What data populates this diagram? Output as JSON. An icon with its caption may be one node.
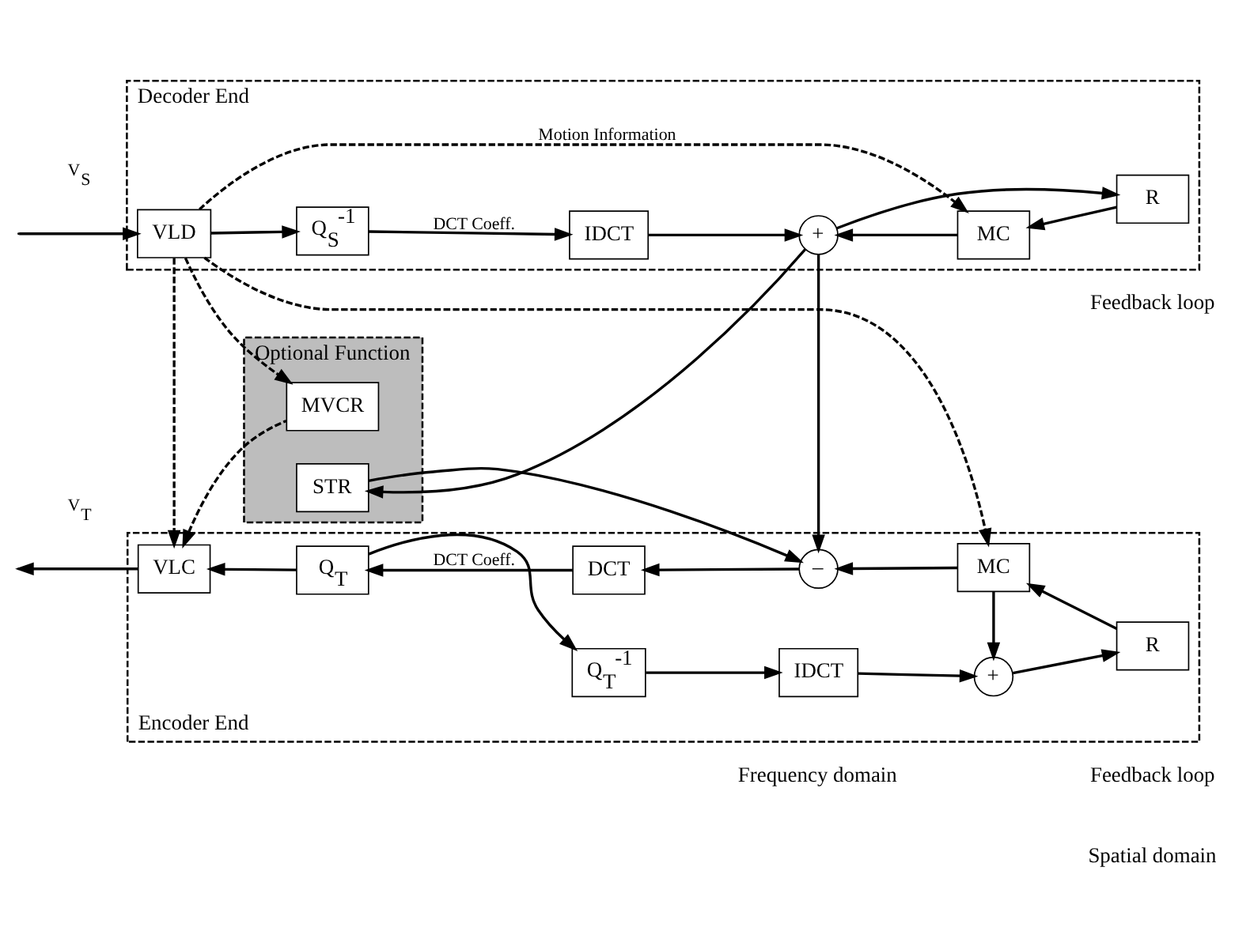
{
  "diagram": {
    "nodes": [
      {
        "text": [
          "Decoder End"
        ]
      },
      {
        "text": [
          "VLD"
        ],
        "in": 0
      },
      {
        "text": [
          "Q$_{S}$$^{-1}$"
        ],
        "in": 0
      },
      {
        "text": [
          "IDCT"
        ],
        "in": 0
      },
      {
        "text": [
          "+"
        ],
        "in": 0
      },
      {
        "text": [
          "MC"
        ],
        "in": 0
      },
      {
        "text": [
          "R"
        ],
        "in": 0
      },
      {
        "text": [
          "Optional Function"
        ]
      },
      {
        "text": [
          "MVCR"
        ],
        "in": 7
      },
      {
        "text": [
          "STR"
        ],
        "in": 7
      },
      {
        "text": [
          "Encoder End"
        ]
      },
      {
        "text": [
          "VLC"
        ],
        "in": 10
      },
      {
        "text": [
          "Q$_{T}$"
        ],
        "in": 10
      },
      {
        "text": [
          "DCT"
        ],
        "in": 10
      },
      {
        "text": [
          "–"
        ],
        "in": 10
      },
      {
        "text": [
          "MC"
        ],
        "in": 10
      },
      {
        "text": [
          "R"
        ],
        "in": 10
      },
      {
        "text": [
          "Q$_{T}$$^{-1}$"
        ],
        "in": 10
      },
      {
        "text": [
          "IDCT"
        ],
        "in": 10
      },
      {
        "text": [
          "+"
        ],
        "in": 10
      }
    ],
    "edges": [
      {
        "from": null,
        "to": 1,
        "arrow": "to",
        "label": "V$_{S}$"
      },
      {
        "from": 1,
        "to": 2,
        "arrow": "to"
      },
      {
        "from": 2,
        "to": 3,
        "arrow": "to",
        "label": "DCT Coeff."
      },
      {
        "from": 3,
        "to": 4,
        "arrow": "to"
      },
      {
        "from": 5,
        "to": 4,
        "arrow": "to"
      },
      {
        "from": 6,
        "to": 5,
        "arrow": "to"
      },
      {
        "from": 4,
        "to": 6,
        "arrow": "to"
      },
      {
        "from": 1,
        "to": 5,
        "arrow": "to",
        "style": "dashed",
        "label": "Motion Information"
      },
      {
        "from": 1,
        "to": 11,
        "arrow": "to",
        "style": "dashed"
      },
      {
        "from": 1,
        "to": 8,
        "arrow": "to",
        "style": "dashed"
      },
      {
        "from": 8,
        "to": 11,
        "arrow": "to",
        "style": "dashed"
      },
      {
        "from": 1,
        "to": 15,
        "arrow": "to",
        "style": "dashed"
      },
      {
        "from": 4,
        "to": 14,
        "arrow": "to"
      },
      {
        "from": 4,
        "to": 9,
        "arrow": "to"
      },
      {
        "from": 9,
        "to": 14,
        "arrow": "to"
      },
      {
        "from": 14,
        "to": 13,
        "arrow": "to"
      },
      {
        "from": 13,
        "to": 12,
        "arrow": "to",
        "label": "DCT Coeff."
      },
      {
        "from": 12,
        "to": 11,
        "arrow": "to"
      },
      {
        "from": 11,
        "to": null,
        "arrow": "to",
        "label": "V$_{T}$"
      },
      {
        "from": 12,
        "to": 17,
        "arrow": "to"
      },
      {
        "from": 17,
        "to": 18,
        "arrow": "to"
      },
      {
        "from": 18,
        "to": 19,
        "arrow": "to"
      },
      {
        "from": 15,
        "to": 14,
        "arrow": "to"
      },
      {
        "from": 15,
        "to": 19,
        "arrow": "to"
      },
      {
        "from": 16,
        "to": 15,
        "arrow": "to"
      },
      {
        "from": 19,
        "to": 16,
        "arrow": "to"
      }
    ],
    "labels": [
      "Feedback loop",
      "Feedback loop",
      "Frequency domain",
      "Spatial domain"
    ]
  }
}
